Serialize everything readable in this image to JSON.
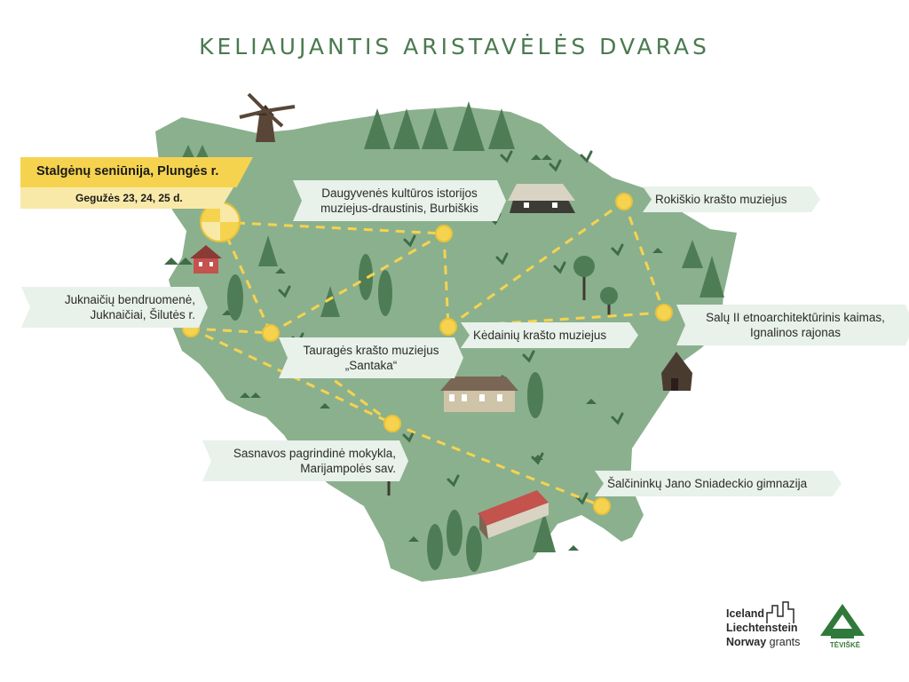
{
  "title": "KELIAUJANTIS ARISTAVĖLĖS DVARAS",
  "highlight": {
    "place": "Stalgėnų seniūnija, Plungės r.",
    "dates": "Gegužės 23, 24, 25 d."
  },
  "locations": [
    {
      "id": "daugyvene",
      "lines": [
        "Daugyvenės kultūros istorijos",
        "muziejus-draustinis, Burbiškis"
      ]
    },
    {
      "id": "rokiskis",
      "lines": [
        "Rokiškio krašto muziejus"
      ]
    },
    {
      "id": "juknaiciai",
      "lines": [
        "Juknaičių bendruomenė,",
        "Juknaičiai, Šilutės r."
      ]
    },
    {
      "id": "salu",
      "lines": [
        "Salų II etnoarchitektūrinis kaimas,",
        "Ignalinos rajonas"
      ]
    },
    {
      "id": "taurage",
      "lines": [
        "Tauragės krašto muziejus",
        "„Santaka“"
      ]
    },
    {
      "id": "kedainiai",
      "lines": [
        "Kėdainių krašto muziejus"
      ]
    },
    {
      "id": "sasnava",
      "lines": [
        "Sasnavos pagrindinė mokykla,",
        "Marijampolės sav."
      ]
    },
    {
      "id": "salcininkai",
      "lines": [
        "Šalčininkų Jano Sniadeckio gimnazija"
      ]
    }
  ],
  "sponsor": {
    "line1": "Iceland",
    "line2": "Liechtenstein",
    "line3a": "Norway",
    "line3b": " grants"
  },
  "tevi": {
    "name": "TĖVIŠKĖ"
  },
  "colors": {
    "map": "#8bb08e",
    "tree": "#4e7d55",
    "tree_dark": "#3f6b47",
    "route": "#f6d34f",
    "title": "#4a7a50"
  }
}
